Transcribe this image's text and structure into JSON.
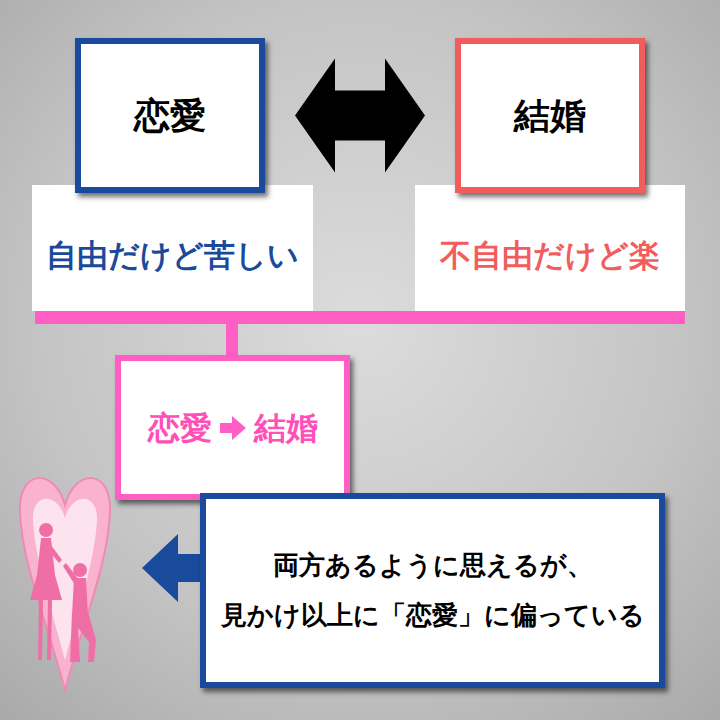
{
  "diagram": {
    "nodes": [
      {
        "text": [
          "恋愛"
        ]
      },
      {
        "text": [
          "自由だけど苦しい"
        ]
      },
      {
        "text": [
          "結婚"
        ]
      },
      {
        "text": [
          "不自由だけど楽"
        ]
      },
      {
        "text": [
          "恋愛",
          "結婚"
        ]
      },
      {
        "text": [
          "両方あるように思えるが、 見かけ以上に「恋愛」に偏っている"
        ]
      }
    ],
    "edges": [
      {
        "from": 0,
        "to": 2,
        "arrow": "both"
      }
    ]
  }
}
